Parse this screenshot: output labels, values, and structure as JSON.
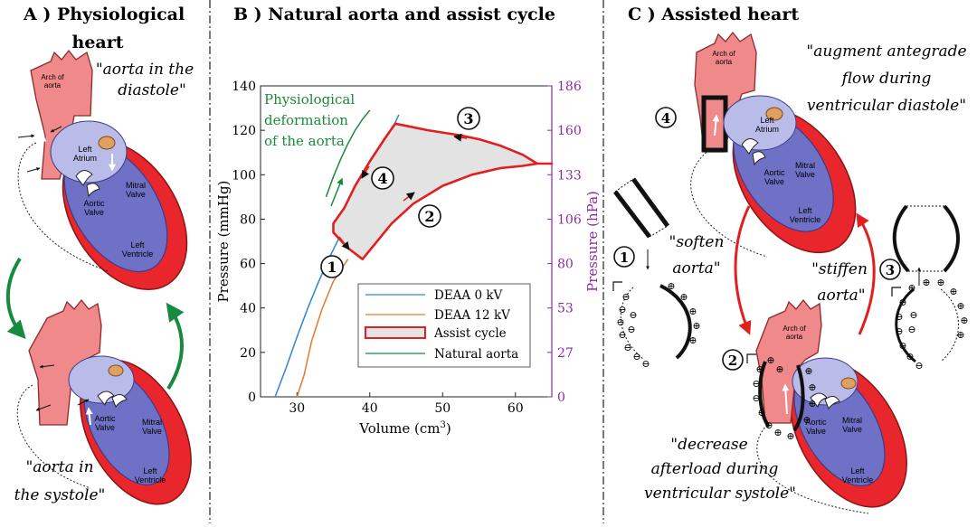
{
  "panels": {
    "a": {
      "title_line1": "A ) Physiological",
      "title_line2": "heart",
      "quote_diastole_1": "\"aorta in the",
      "quote_diastole_2": "diastole\"",
      "quote_systole_1": "\"aorta in",
      "quote_systole_2": "the systole\"",
      "heart_labels": {
        "arch": [
          "Arch of",
          "aorta"
        ],
        "left_atrium": [
          "Left",
          "Atrium"
        ],
        "mitral": [
          "Mitral",
          "Valve"
        ],
        "aortic": [
          "Aortic",
          "Valve"
        ],
        "left_ventricle": [
          "Left",
          "Ventricle"
        ]
      }
    },
    "b": {
      "title": "B ) Natural aorta and assist cycle",
      "annotation_1": "Physiological",
      "annotation_2": "deformation",
      "annotation_3": "of the aorta",
      "step_labels": [
        "1",
        "2",
        "3",
        "4"
      ]
    },
    "c": {
      "title": "C ) Assisted heart",
      "quote_augment_1": "\"augment antegrade",
      "quote_augment_2": "flow during",
      "quote_augment_3": "ventricular diastole\"",
      "quote_soften_1": "\"soften",
      "quote_soften_2": "aorta\"",
      "quote_stiffen_1": "\"stiffen",
      "quote_stiffen_2": "aorta\"",
      "quote_decrease_1": "\"decrease",
      "quote_decrease_2": "afterload during",
      "quote_decrease_3": "ventricular systole\"",
      "step_labels": [
        "1",
        "2",
        "3",
        "4"
      ],
      "charge_minus": "⊖",
      "charge_plus": "⊕"
    }
  },
  "chart_data": {
    "type": "line",
    "xlabel": "Volume (cm",
    "xlabel_sup": "3",
    "xlabel_close": ")",
    "ylabel": "Pressure (mmHg)",
    "ylabel_right": "Pressure (hPa)",
    "xlim": [
      25,
      65
    ],
    "ylim": [
      0,
      140
    ],
    "xticks": [
      30,
      40,
      50,
      60
    ],
    "yticks": [
      0,
      20,
      40,
      60,
      80,
      100,
      120,
      140
    ],
    "right_ticks": [
      {
        "label": "0",
        "mmHg": 0
      },
      {
        "label": "27",
        "mmHg": 20
      },
      {
        "label": "53",
        "mmHg": 40
      },
      {
        "label": "80",
        "mmHg": 60
      },
      {
        "label": "106",
        "mmHg": 80
      },
      {
        "label": "133",
        "mmHg": 100
      },
      {
        "label": "160",
        "mmHg": 120
      },
      {
        "label": "186",
        "mmHg": 140
      }
    ],
    "series": [
      {
        "name": "DEAA 0 kV",
        "color": "#2f86d1",
        "x": [
          27,
          28.5,
          30,
          31.5,
          33,
          34.5,
          36,
          37.5,
          39,
          40.5,
          42,
          44
        ],
        "y": [
          0,
          13,
          27,
          40,
          52,
          63,
          73,
          83,
          93,
          103,
          113,
          127
        ]
      },
      {
        "name": "DEAA 12 kV",
        "color": "#e07a31",
        "x": [
          30,
          31,
          32,
          33.5,
          35,
          37
        ],
        "y": [
          0,
          10,
          25,
          40,
          52,
          62
        ]
      },
      {
        "name": "Assist cycle",
        "color": "#e11f1f",
        "fill": "#e3e3e3",
        "x": [
          35,
          37,
          39,
          40.5,
          43,
          46,
          50,
          54,
          58,
          61,
          63,
          65,
          63,
          61,
          58,
          55,
          52,
          48,
          45,
          43.5,
          42,
          40,
          38,
          36.5,
          35,
          35
        ],
        "y": [
          74,
          67,
          62,
          68,
          78,
          87,
          95,
          100,
          103,
          104,
          105,
          105,
          105,
          109,
          113,
          116,
          118,
          120,
          122,
          123,
          116,
          106,
          95,
          85,
          78,
          74
        ]
      },
      {
        "name": "Natural aorta",
        "color": "#1a8a3a",
        "x": [
          34,
          35,
          36,
          37,
          38,
          39,
          40
        ],
        "y": [
          90,
          99,
          107,
          114,
          120,
          125,
          129
        ]
      }
    ]
  }
}
